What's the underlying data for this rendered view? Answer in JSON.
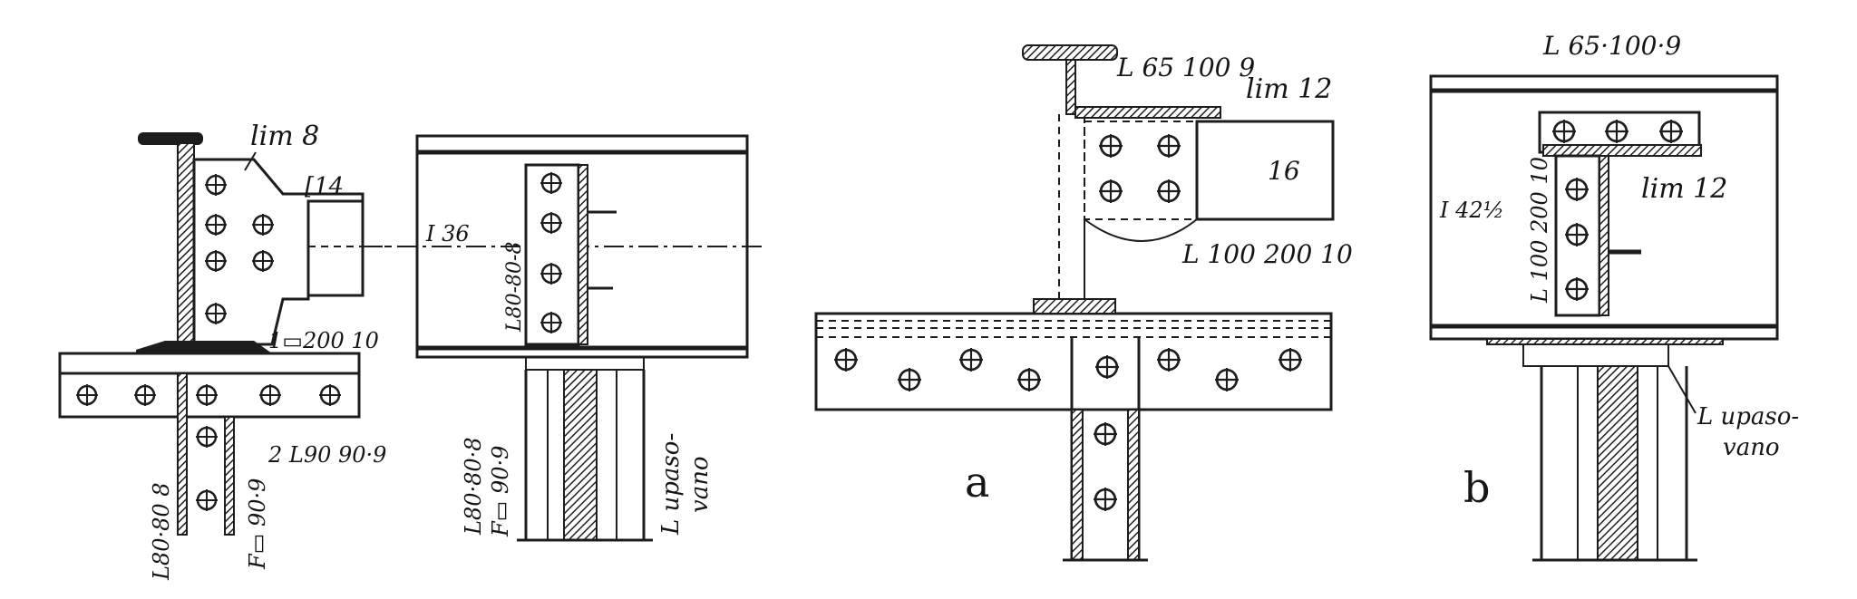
{
  "figures": {
    "left": {
      "labels": {
        "lim8": "lim 8",
        "c14": "[14",
        "i36": "I 36",
        "plate_bottom": "1▭200 10",
        "angle_2L": "2 L90 90·9",
        "col_angle": "L80·80 8",
        "col_f": "F▭ 90·9",
        "right_angle_web": "L80-80-8",
        "right_col_angle": "L80·80·8",
        "right_col_f": "F▭ 90·9",
        "upasovano": "L upaso-",
        "upasovano2": "vano"
      }
    },
    "middle": {
      "caption": "a",
      "labels": {
        "top_angle": "L 65 100 9",
        "lim12": "lim 12",
        "beam16": "16",
        "bottom_angle": "L 100 200 10"
      }
    },
    "right": {
      "caption": "b",
      "labels": {
        "top_angle": "L 65·100·9",
        "lim12": "lim 12",
        "i42": "I 42½",
        "vertical_angle": "L 100 200 10",
        "upasovano": "L upaso-",
        "upasovano2": "vano"
      }
    }
  },
  "colors": {
    "ink": "#1d1d1d",
    "paper": "#ffffff"
  }
}
